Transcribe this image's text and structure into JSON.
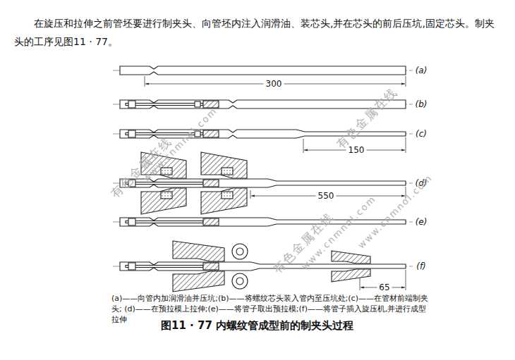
{
  "diagram": {
    "title": "图11 · 77 内螺纹管成型前的制夹头过程",
    "caption": "(a)——向管内加润滑油并压坑;(b)——将螺纹芯头装入管内至压坑处;(c)——在管材前端制夹头; (d)——在预拉模上拉伸;(e)——将管子取出预拉模;(f)——将管子插入旋压机,并进行成型拉伸",
    "labels": [
      "在旋压和拉伸之前管坯要进行制夹头、向管坯内注入润滑油、装芯头,并在芯头的前后压坑,固定芯头。制夹头的工序见图11 · 77。",
      "(a)",
      "(b)",
      "(c)",
      "(d)",
      "(e)",
      "(f)",
      "300",
      "150",
      "550",
      "65",
      "有色金属在线",
      "www.cnmnol.com",
      "有色金属在线",
      "www.cnmnol.com",
      "有色金属在线",
      "www.cnmnol.com"
    ]
  }
}
